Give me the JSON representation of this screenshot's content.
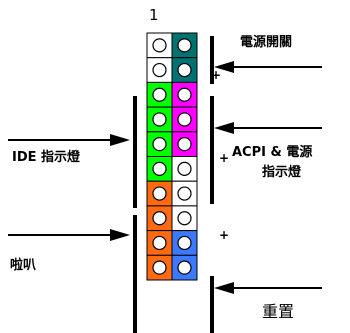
{
  "pin_number": "1",
  "labels": {
    "power_switch": "電源開關",
    "ide_led": "IDE  指示燈",
    "acpi_line1": "ACPI &  電源",
    "acpi_line2": "指示燈",
    "speaker": "啦叭",
    "reset": "重置"
  },
  "plus_marks": [
    "+",
    "+",
    "+"
  ],
  "colors": {
    "white": "#ffffff",
    "teal": "#007272",
    "green": "#00ff00",
    "magenta": "#ff00ff",
    "orange": "#ff6a13",
    "blue": "#3c79ff"
  },
  "pins": [
    {
      "row": 1,
      "left": "white",
      "right": "teal"
    },
    {
      "row": 2,
      "left": "white",
      "right": "teal"
    },
    {
      "row": 3,
      "left": "green",
      "right": "magenta"
    },
    {
      "row": 4,
      "left": "green",
      "right": "magenta"
    },
    {
      "row": 5,
      "left": "green",
      "right": "magenta"
    },
    {
      "row": 6,
      "left": "green",
      "right": "white"
    },
    {
      "row": 7,
      "left": "orange",
      "right": "white"
    },
    {
      "row": 8,
      "left": "orange",
      "right": "white"
    },
    {
      "row": 9,
      "left": "orange",
      "right": "blue"
    },
    {
      "row": 10,
      "left": "orange",
      "right": "blue"
    }
  ]
}
